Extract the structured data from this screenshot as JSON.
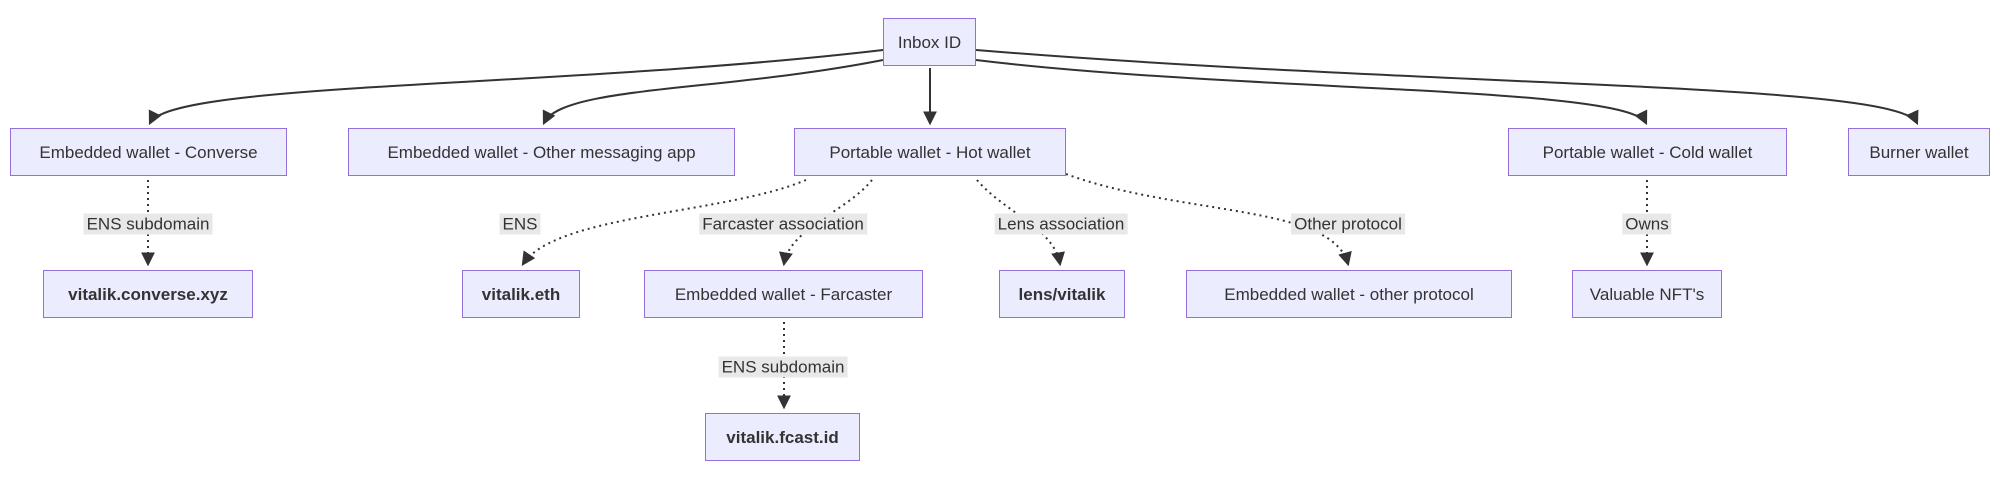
{
  "nodes": {
    "inbox": {
      "label": "Inbox ID"
    },
    "converse": {
      "label": "Embedded wallet - Converse"
    },
    "other_messaging": {
      "label": "Embedded wallet - Other messaging app"
    },
    "hot": {
      "label": "Portable wallet - Hot wallet"
    },
    "cold": {
      "label": "Portable wallet - Cold wallet"
    },
    "burner": {
      "label": "Burner wallet"
    },
    "converse_xyz": {
      "label": "vitalik.converse.xyz"
    },
    "vitalik_eth": {
      "label": "vitalik.eth"
    },
    "farcaster": {
      "label": "Embedded wallet - Farcaster"
    },
    "lens": {
      "label": "lens/vitalik"
    },
    "other_protocol": {
      "label": "Embedded wallet - other protocol"
    },
    "nfts": {
      "label": "Valuable NFT's"
    },
    "fcast": {
      "label": "vitalik.fcast.id"
    }
  },
  "edge_labels": {
    "ens_subdomain_converse": "ENS subdomain",
    "ens": "ENS",
    "farcaster_association": "Farcaster association",
    "lens_association": "Lens association",
    "other_protocol": "Other protocol",
    "owns": "Owns",
    "ens_subdomain_farcaster": "ENS subdomain"
  },
  "colors": {
    "node_fill": "#ECECFF",
    "node_border": "#9370DB",
    "edge": "#333333",
    "label_bg": "#e8e8e8",
    "text": "#333333"
  }
}
